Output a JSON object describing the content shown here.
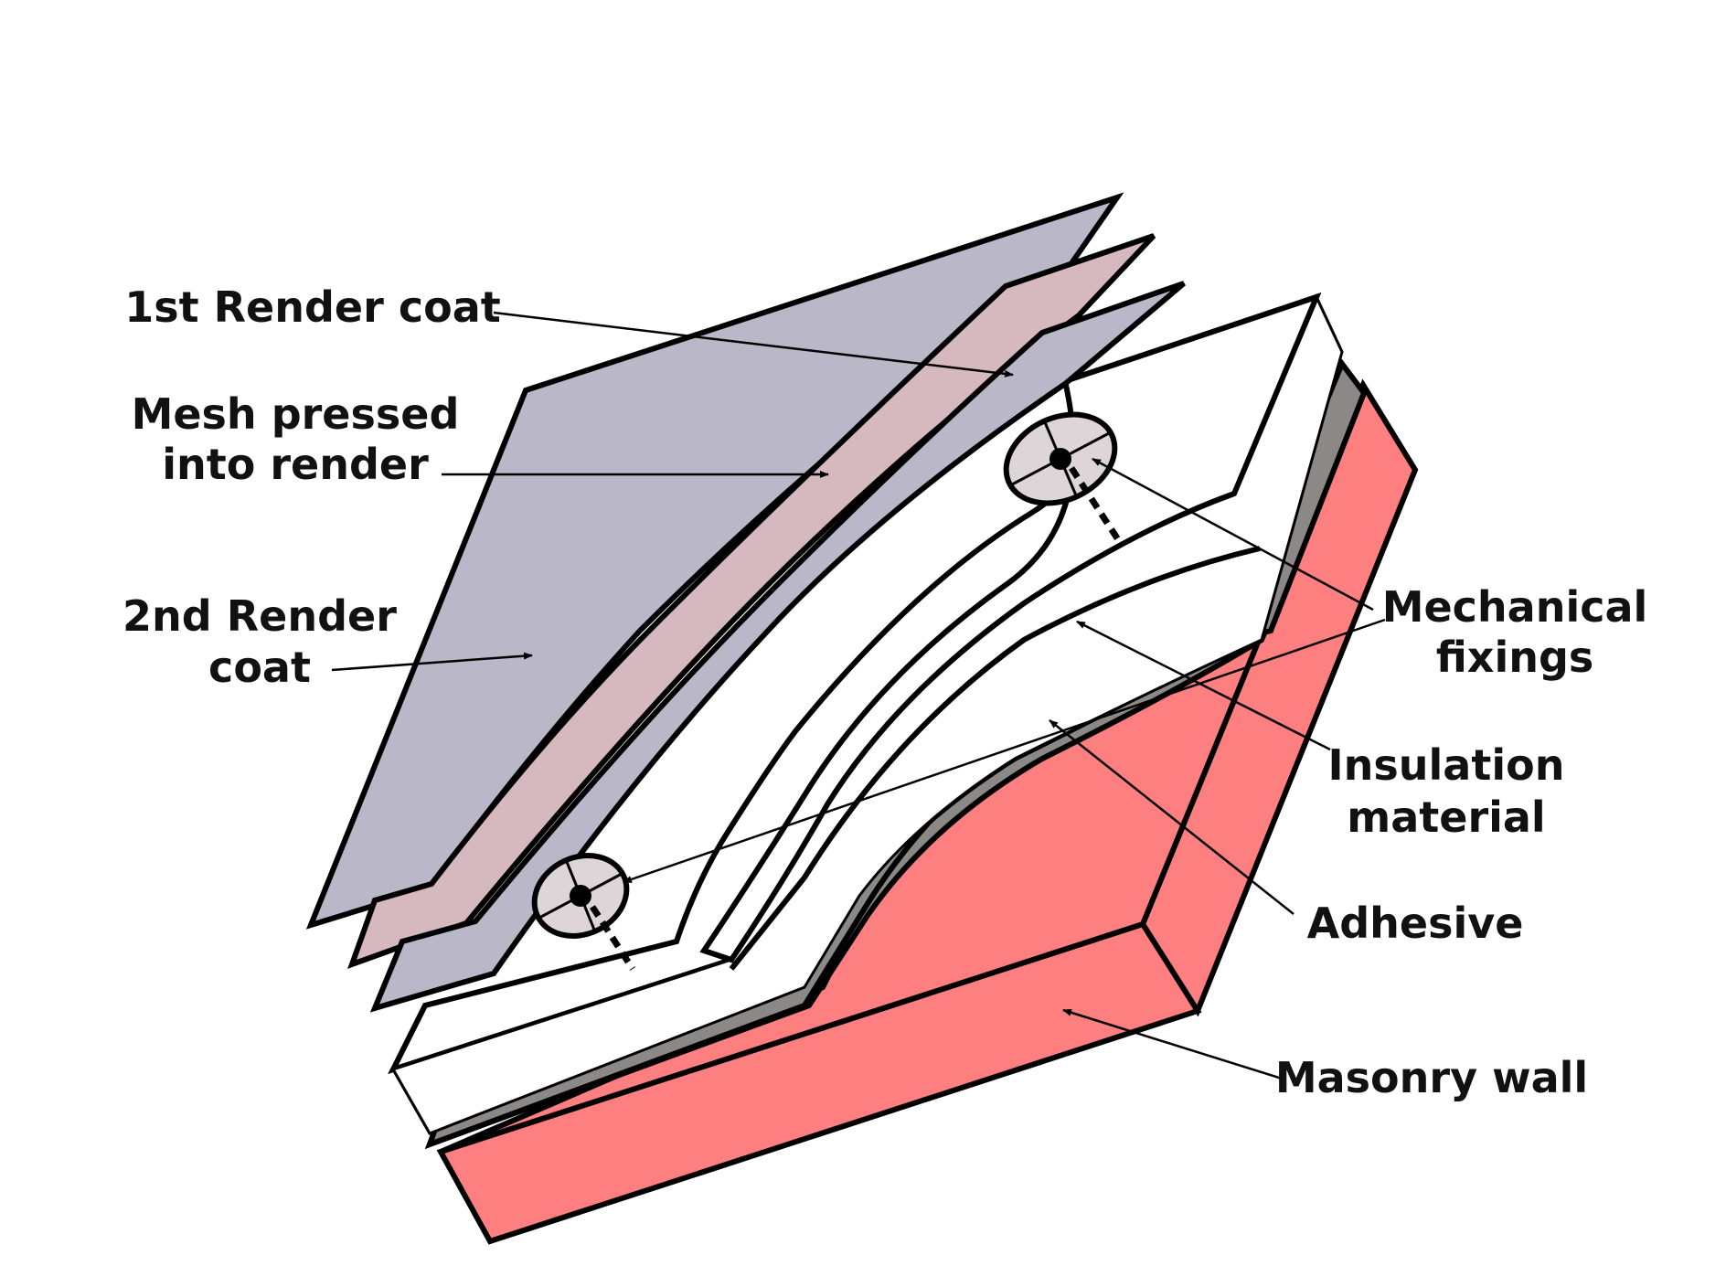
{
  "labels": {
    "first_render": "1st Render coat",
    "mesh_line1": "Mesh pressed",
    "mesh_line2": "into render",
    "second_render_line1": "2nd Render",
    "second_render_line2": "coat",
    "fixings_line1": "Mechanical",
    "fixings_line2": "fixings",
    "insulation_line1": "Insulation",
    "insulation_line2": "material",
    "adhesive": "Adhesive",
    "masonry": "Masonry wall"
  },
  "colors": {
    "render_coat": "#b9b7c8",
    "mesh": "#d5b9bf",
    "insulation": "#ffffff",
    "adhesive": "#8c8886",
    "masonry": "#fe7f80",
    "fixing_disc": "#ddd5d8"
  }
}
